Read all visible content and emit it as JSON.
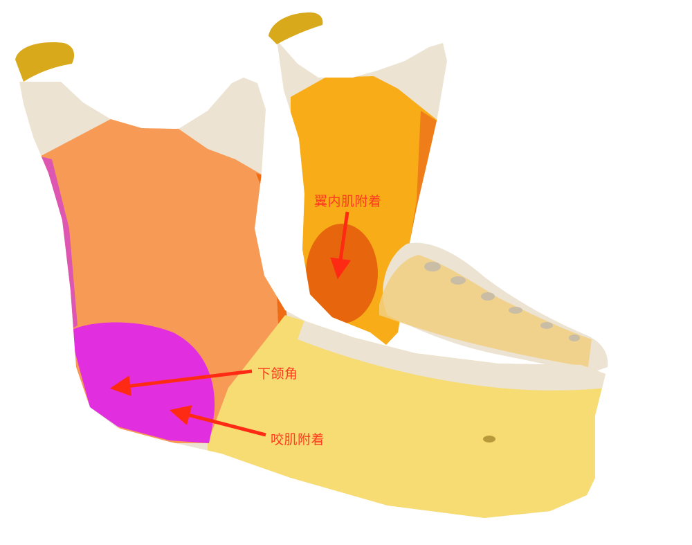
{
  "labels": {
    "medial_pterygoid": "翼内肌附着",
    "mandible_angle": "下颌角",
    "masseter": "咬肌附着"
  },
  "colors": {
    "background": "#ffffff",
    "bone": "#ece3d2",
    "condyle_cartilage": "#d9a91c",
    "ramus_outer": "#f79a55",
    "ramus_inner": "#f7ac18",
    "body": "#f6dc72",
    "masseter_region": "#e12fe0",
    "pterygoid_region": "#e5600d",
    "arrow": "#ff2a14",
    "label_text": "#ff3a1f"
  }
}
